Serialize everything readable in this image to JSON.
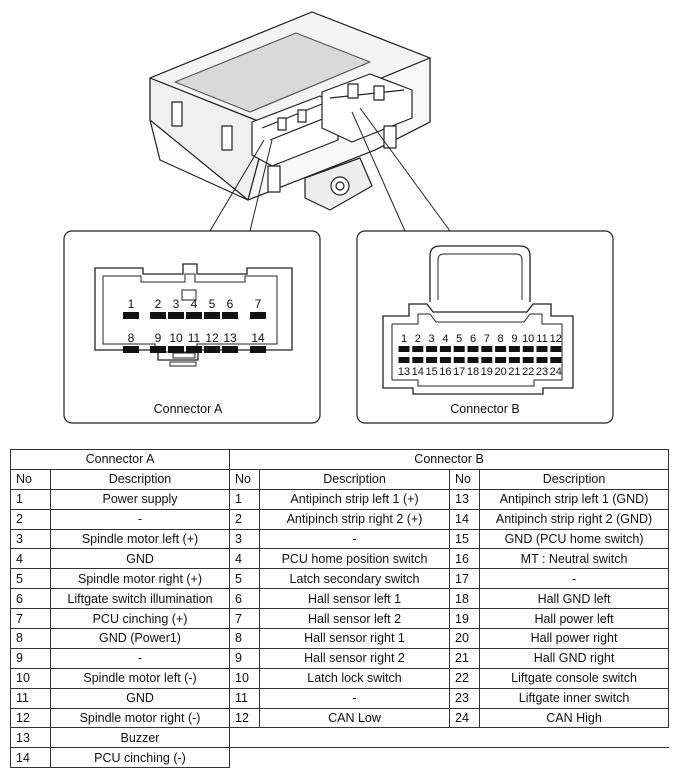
{
  "connector_a": {
    "caption": "Connector A",
    "pins_top": [
      "1",
      "2",
      "3",
      "4",
      "5",
      "6",
      "7"
    ],
    "pins_bottom": [
      "8",
      "9",
      "10",
      "11",
      "12",
      "13",
      "14"
    ]
  },
  "connector_b": {
    "caption": "Connector B",
    "pins_top": [
      "1",
      "2",
      "3",
      "4",
      "5",
      "6",
      "7",
      "8",
      "9",
      "10",
      "11",
      "12"
    ],
    "pins_bottom": [
      "13",
      "14",
      "15",
      "16",
      "17",
      "18",
      "19",
      "20",
      "21",
      "22",
      "23",
      "24"
    ]
  },
  "table": {
    "group_a": "Connector A",
    "group_b": "Connector B",
    "col_no": "No",
    "col_desc": "Description",
    "a_rows": [
      {
        "no": "1",
        "desc": "Power supply"
      },
      {
        "no": "2",
        "desc": "-"
      },
      {
        "no": "3",
        "desc": "Spindle motor left (+)"
      },
      {
        "no": "4",
        "desc": "GND"
      },
      {
        "no": "5",
        "desc": "Spindle motor right (+)"
      },
      {
        "no": "6",
        "desc": "Liftgate switch illumination"
      },
      {
        "no": "7",
        "desc": "PCU cinching (+)"
      },
      {
        "no": "8",
        "desc": "GND (Power1)"
      },
      {
        "no": "9",
        "desc": "-"
      },
      {
        "no": "10",
        "desc": "Spindle motor left (-)"
      },
      {
        "no": "11",
        "desc": "GND"
      },
      {
        "no": "12",
        "desc": "Spindle motor right (-)"
      },
      {
        "no": "13",
        "desc": "Buzzer"
      },
      {
        "no": "14",
        "desc": "PCU cinching (-)"
      }
    ],
    "b_rows_1": [
      {
        "no": "1",
        "desc": "Antipinch strip left 1 (+)"
      },
      {
        "no": "2",
        "desc": "Antipinch strip right 2 (+)"
      },
      {
        "no": "3",
        "desc": "-"
      },
      {
        "no": "4",
        "desc": "PCU home position switch"
      },
      {
        "no": "5",
        "desc": "Latch secondary switch"
      },
      {
        "no": "6",
        "desc": "Hall sensor left 1"
      },
      {
        "no": "7",
        "desc": "Hall sensor left 2"
      },
      {
        "no": "8",
        "desc": "Hall sensor right 1"
      },
      {
        "no": "9",
        "desc": "Hall sensor right 2"
      },
      {
        "no": "10",
        "desc": "Latch lock switch"
      },
      {
        "no": "11",
        "desc": "-"
      },
      {
        "no": "12",
        "desc": "CAN Low"
      }
    ],
    "b_rows_2": [
      {
        "no": "13",
        "desc": "Antipinch strip left 1 (GND)"
      },
      {
        "no": "14",
        "desc": "Antipinch strip right 2 (GND)"
      },
      {
        "no": "15",
        "desc": "GND (PCU home switch)"
      },
      {
        "no": "16",
        "desc": "MT : Neutral switch"
      },
      {
        "no": "17",
        "desc": "-"
      },
      {
        "no": "18",
        "desc": "Hall GND left"
      },
      {
        "no": "19",
        "desc": "Hall power left"
      },
      {
        "no": "20",
        "desc": "Hall power right"
      },
      {
        "no": "21",
        "desc": "Hall GND right"
      },
      {
        "no": "22",
        "desc": "Liftgate console switch"
      },
      {
        "no": "23",
        "desc": "Liftgate inner switch"
      },
      {
        "no": "24",
        "desc": "CAN High"
      }
    ]
  }
}
